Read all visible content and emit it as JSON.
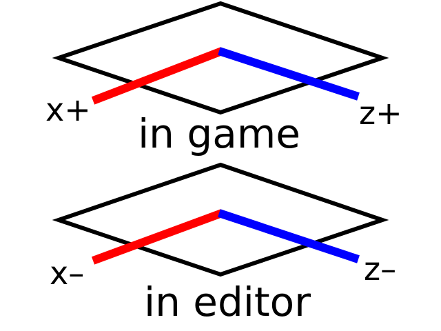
{
  "colors": {
    "background": "#ffffff",
    "outline": "#000000",
    "x_axis": "#ff0000",
    "z_axis": "#0000ff"
  },
  "panels": [
    {
      "id": "game",
      "caption": "in game",
      "x_axis_label": "x+",
      "z_axis_label": "z+"
    },
    {
      "id": "editor",
      "caption": "in editor",
      "x_axis_label": "x–",
      "z_axis_label": "z–"
    }
  ]
}
